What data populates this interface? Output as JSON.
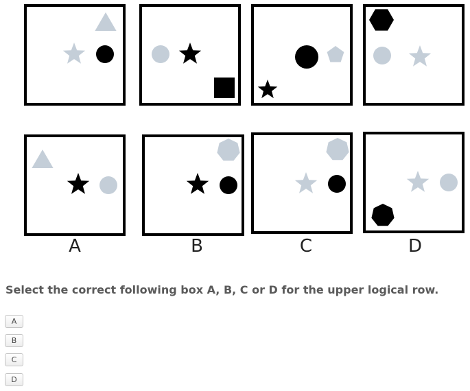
{
  "question": {
    "text": "Select the correct following box A, B, C or D for the upper logical row."
  },
  "choice_labels": [
    "A",
    "B",
    "C",
    "D"
  ],
  "answer_options": [
    {
      "label": "A"
    },
    {
      "label": "B"
    },
    {
      "label": "C"
    },
    {
      "label": "D"
    }
  ],
  "colors": {
    "black": "#000000",
    "grey": "#c4ced8",
    "box_border": "#000000"
  },
  "sequence_boxes": [
    {
      "shapes": [
        {
          "type": "triangle",
          "color": "grey"
        },
        {
          "type": "star",
          "color": "grey"
        },
        {
          "type": "circle",
          "color": "black"
        }
      ]
    },
    {
      "shapes": [
        {
          "type": "circle",
          "color": "grey"
        },
        {
          "type": "star",
          "color": "black"
        },
        {
          "type": "square",
          "color": "black"
        }
      ]
    },
    {
      "shapes": [
        {
          "type": "star",
          "color": "black"
        },
        {
          "type": "circle",
          "color": "black"
        },
        {
          "type": "pentagon",
          "color": "grey"
        }
      ]
    },
    {
      "shapes": [
        {
          "type": "hexagon",
          "color": "black"
        },
        {
          "type": "circle",
          "color": "grey"
        },
        {
          "type": "star",
          "color": "grey"
        }
      ]
    }
  ],
  "choice_boxes": [
    {
      "label": "A",
      "shapes": [
        {
          "type": "triangle",
          "color": "grey"
        },
        {
          "type": "star",
          "color": "black"
        },
        {
          "type": "circle",
          "color": "grey"
        }
      ]
    },
    {
      "label": "B",
      "shapes": [
        {
          "type": "heptagon",
          "color": "grey"
        },
        {
          "type": "star",
          "color": "black"
        },
        {
          "type": "circle",
          "color": "black"
        }
      ]
    },
    {
      "label": "C",
      "shapes": [
        {
          "type": "heptagon",
          "color": "grey"
        },
        {
          "type": "star",
          "color": "grey"
        },
        {
          "type": "circle",
          "color": "black"
        }
      ]
    },
    {
      "label": "D",
      "shapes": [
        {
          "type": "star",
          "color": "grey"
        },
        {
          "type": "circle",
          "color": "grey"
        },
        {
          "type": "heptagon",
          "color": "black"
        }
      ]
    }
  ]
}
